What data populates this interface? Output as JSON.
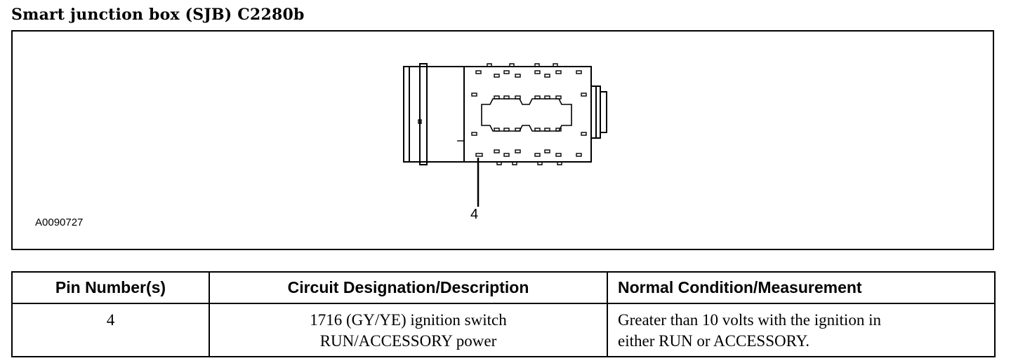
{
  "header": {
    "title": "Smart junction box (SJB) C2280b"
  },
  "figure": {
    "image_id_label": "A0090727",
    "pin_callout": "4",
    "icon": "connector-face-diagram"
  },
  "table": {
    "headers": {
      "pin": "Pin Number(s)",
      "circuit": "Circuit Designation/Description",
      "condition": "Normal Condition/Measurement"
    },
    "rows": [
      {
        "pin": "4",
        "circuit_line1": "1716 (GY/YE) ignition switch",
        "circuit_line2": "RUN/ACCESSORY power",
        "condition_line1": "Greater than 10 volts with the ignition in",
        "condition_line2": "either RUN or ACCESSORY."
      }
    ]
  }
}
